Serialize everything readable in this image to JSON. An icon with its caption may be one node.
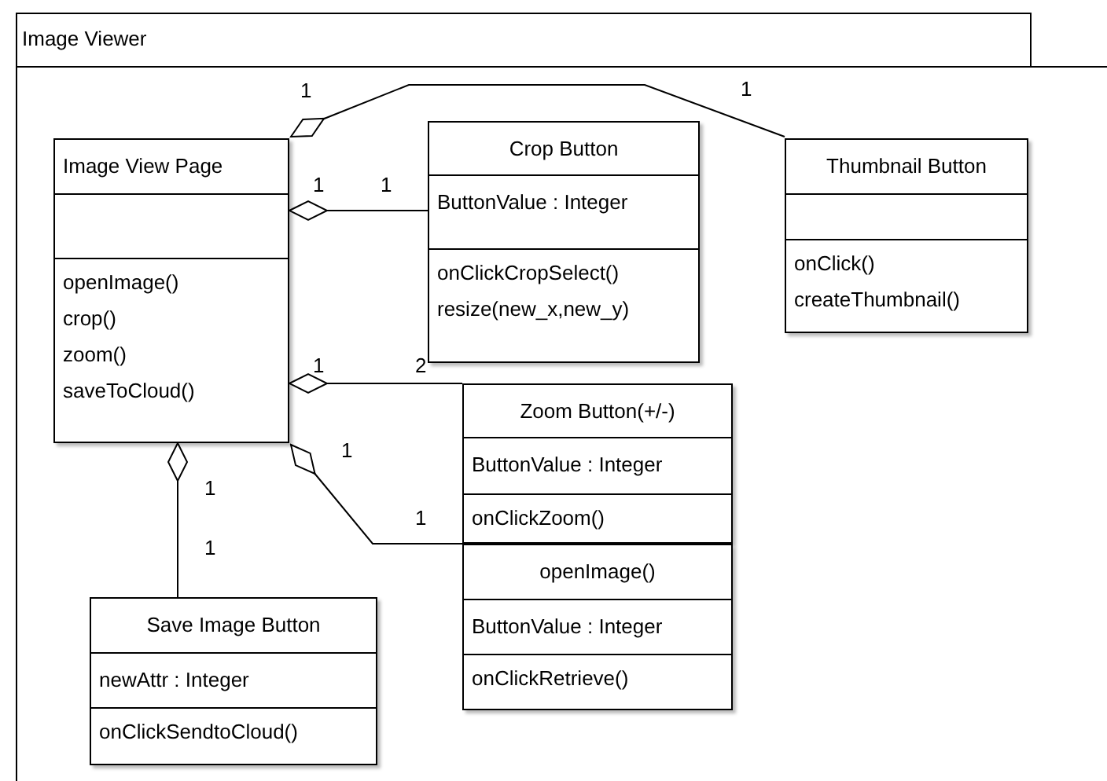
{
  "diagram": {
    "nodes": [
      {
        "text": [
          "Image Viewer"
        ]
      },
      {
        "text": [
          "Image View Page",
          "openImage()",
          "crop()",
          "zoom()",
          "saveToCloud()"
        ],
        "in": 0
      },
      {
        "text": [
          "Crop Button",
          "ButtonValue : Integer",
          "onClickCropSelect()",
          "resize(new_x,new_y)"
        ],
        "in": 0
      },
      {
        "text": [
          "Thumbnail Button",
          "onClick()",
          "createThumbnail()"
        ],
        "in": 0
      },
      {
        "text": [
          "Zoom Button(+/-)",
          "ButtonValue : Integer",
          "onClickZoom()"
        ],
        "in": 0
      },
      {
        "text": [
          "openImage()",
          "ButtonValue : Integer",
          "onClickRetrieve()"
        ],
        "in": 0
      },
      {
        "text": [
          "Save Image Button",
          "newAttr : Integer",
          "onClickSendtoCloud()"
        ],
        "in": 0
      }
    ],
    "edges": [
      {
        "from": 1,
        "to": 3,
        "arrow": "other"
      },
      {
        "from": 1,
        "to": 2,
        "arrow": "other"
      },
      {
        "from": 1,
        "to": 4,
        "arrow": "other"
      },
      {
        "from": 1,
        "to": 5,
        "arrow": "other"
      },
      {
        "from": 1,
        "to": 6,
        "arrow": "other"
      }
    ],
    "labels": [
      "1",
      "1",
      "1",
      "1",
      "1",
      "2",
      "1",
      "1",
      "1",
      "1"
    ]
  }
}
